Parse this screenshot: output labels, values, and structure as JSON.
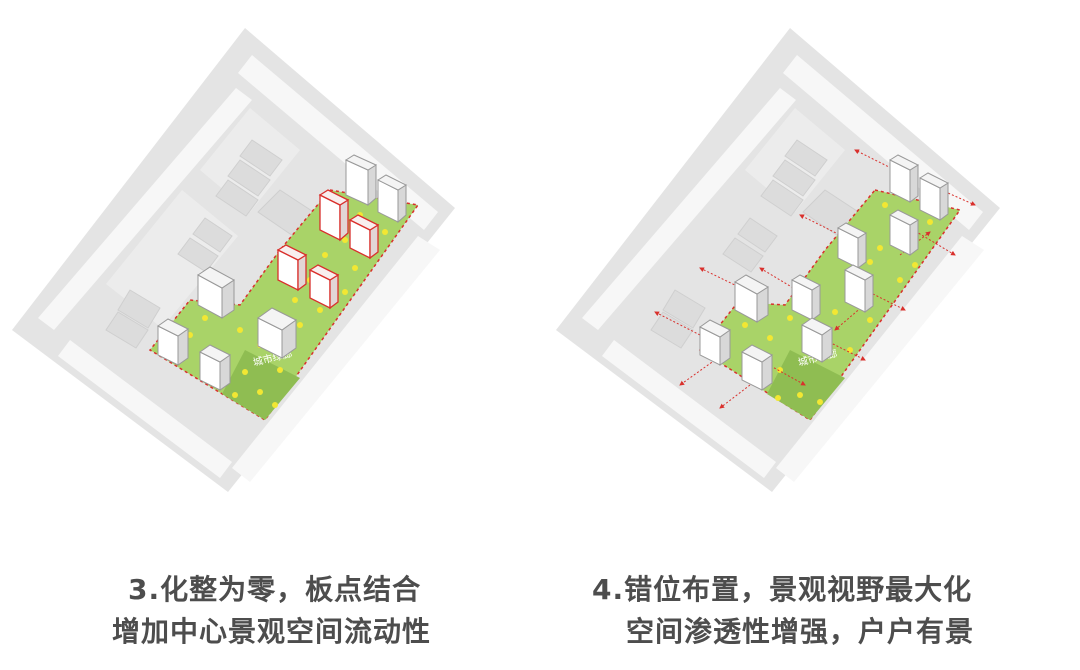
{
  "panels": [
    {
      "strip_label": "城市绿廊",
      "caption_line1": "3.化整为零，板点结合",
      "caption_line2": "增加中心景观空间流动性"
    },
    {
      "strip_label": "城市绿廊",
      "caption_line1": "4.错位布置，景观视野最大化",
      "caption_line2": "空间渗透性增强，户户有景"
    }
  ],
  "colors": {
    "ground": "#e3e3e3",
    "road": "#f6f6f6",
    "site_green": "#a8d466",
    "tree": "#f2e733",
    "building_top": "#ffffff",
    "building_side": "#d8d8d8",
    "highlight": "#d9302c",
    "text": "#4d4d4d"
  }
}
